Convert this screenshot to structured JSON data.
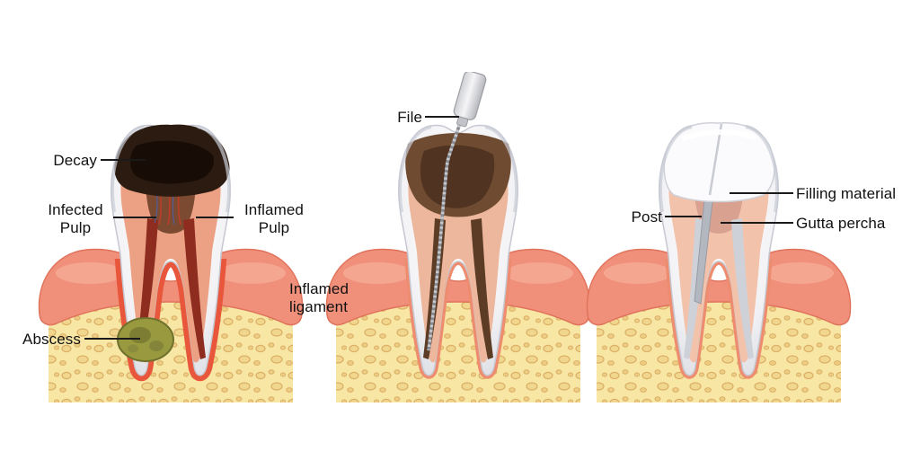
{
  "title": "Root canal treatment stages - dental cross-section diagram",
  "palette": {
    "background": "#ffffff",
    "bone": "#f7e6a4",
    "bone_speckle_outline": "#d9a95f",
    "gum": "#f08f7a",
    "inflamed_ligament": "#e8573c",
    "normal_ligament": "#ee8c70",
    "enamel": "#f2f2f5",
    "dentin": "#f2b89e",
    "decay": "#2c1b10",
    "infected_pulp": "#7c4a31",
    "infected_canal": "#8e2c20",
    "abscess": "#99993f",
    "access_cavity": "#6e4b31",
    "file_metal": "#898b92",
    "filling_material": "#fbfbfd",
    "post": "#b3b7c0",
    "gutta_percha": "#d9a18f",
    "label_text": "#111111"
  },
  "panels": [
    {
      "id": "diseased-tooth",
      "labels": {
        "decay": "Decay",
        "infected_pulp": "Infected\nPulp",
        "inflamed_pulp": "Inflamed\nPulp",
        "abscess": "Abscess",
        "inflamed_ligament": "Inflamed\nligament"
      }
    },
    {
      "id": "cleaning-with-file",
      "labels": {
        "file": "File"
      }
    },
    {
      "id": "restored-tooth",
      "labels": {
        "post": "Post",
        "filling_material": "Filling material",
        "gutta_percha": "Gutta percha"
      }
    }
  ]
}
